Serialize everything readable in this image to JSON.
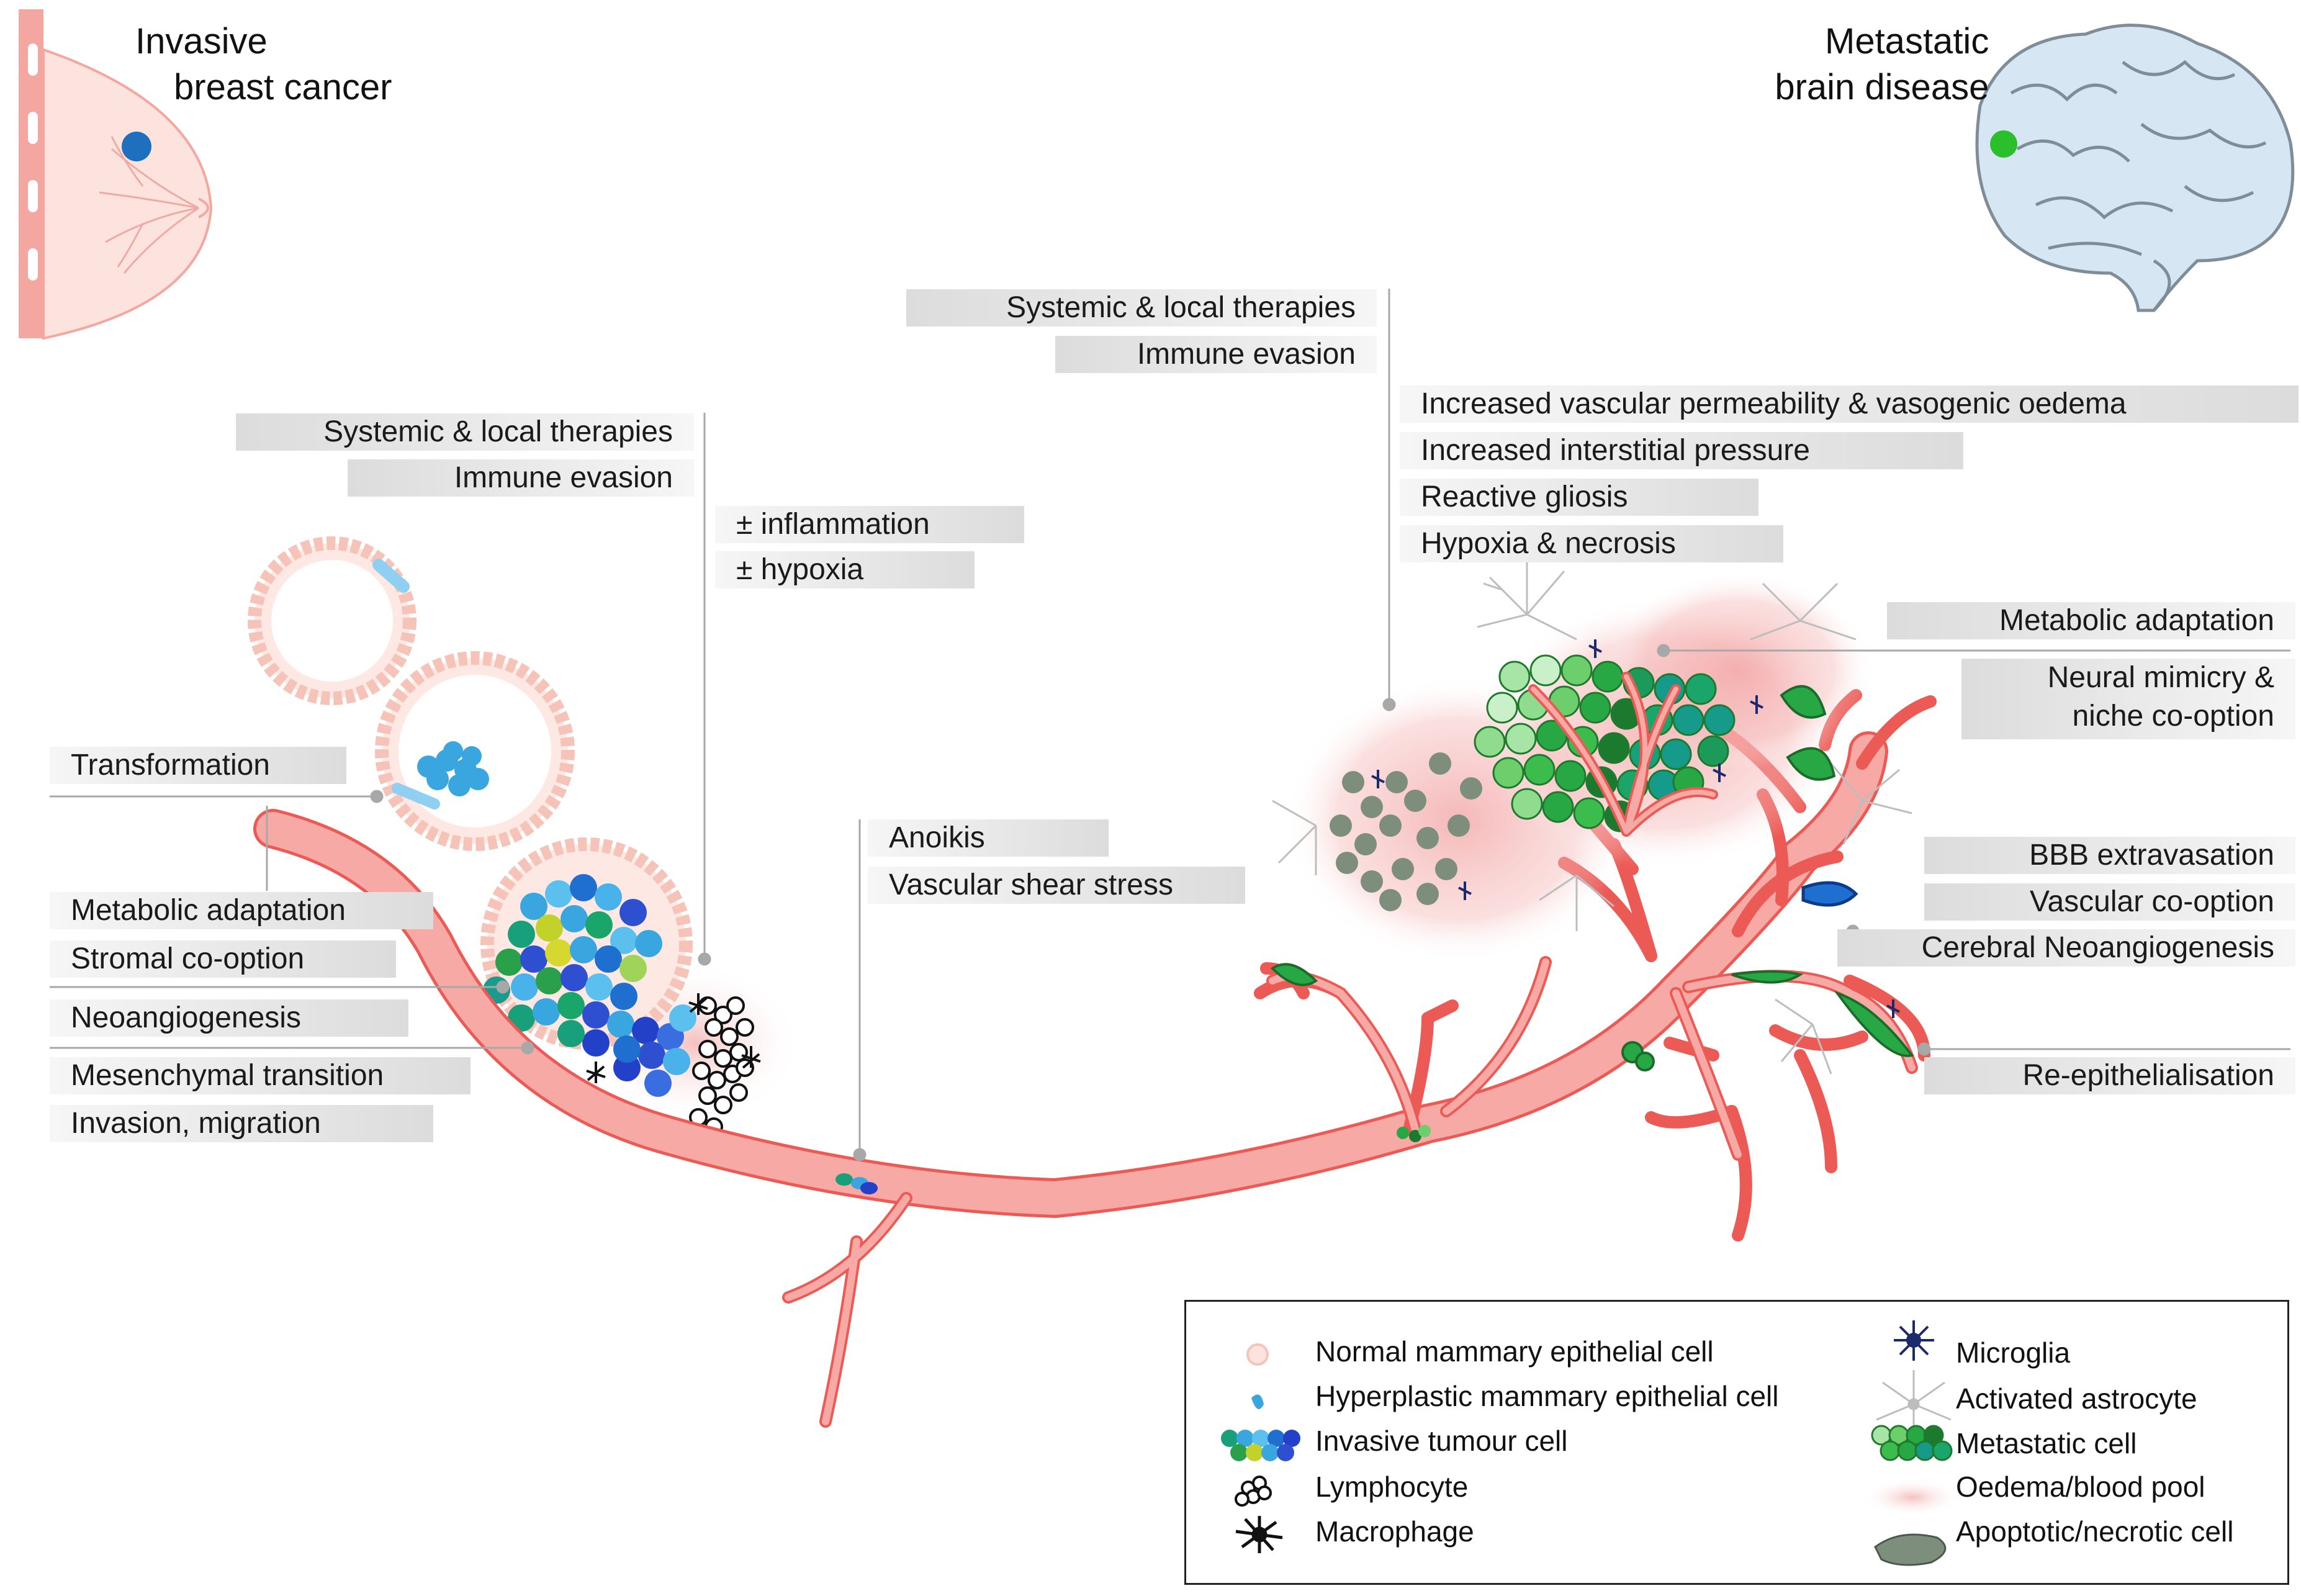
{
  "headings": {
    "source": [
      "Invasive",
      "breast cancer"
    ],
    "destination": [
      "Metastatic",
      "brain disease"
    ]
  },
  "left_column": {
    "transformation": "Transformation",
    "metabolic_adaptation": "Metabolic adaptation",
    "stromal_co_option": "Stromal co-option",
    "neoangiogenesis": "Neoangiogenesis",
    "mesenchymal_transition": "Mesenchymal transition",
    "invasion_migration": "Invasion, migration"
  },
  "primary_pressures": {
    "systemic_local_therapies": "Systemic & local therapies",
    "immune_evasion": "Immune evasion",
    "inflammation": "± inflammation",
    "hypoxia": "± hypoxia"
  },
  "circulation": {
    "anoikis": "Anoikis",
    "vascular_shear_stress": "Vascular shear stress"
  },
  "brain_pressures": {
    "systemic_local_therapies": "Systemic & local therapies",
    "immune_evasion": "Immune evasion",
    "vascular_permeability": "Increased vascular permeability & vasogenic oedema",
    "interstitial_pressure": "Increased interstitial pressure",
    "reactive_gliosis": "Reactive gliosis",
    "hypoxia_necrosis": "Hypoxia & necrosis"
  },
  "right_column": {
    "metabolic_adaptation": "Metabolic adaptation",
    "neural_mimicry": "Neural mimicry & niche co-option",
    "bbb_extravasation": "BBB extravasation",
    "vascular_co_option": "Vascular co-option",
    "cerebral_neoangiogenesis": "Cerebral Neoangiogenesis",
    "re_epithelialisation": "Re-epithelialisation"
  },
  "legend": {
    "left": [
      {
        "label": "Normal mammary epithelial cell",
        "icon": "normal-cell-icon"
      },
      {
        "label": "Hyperplastic mammary epithelial cell",
        "icon": "hyperplastic-cell-icon"
      },
      {
        "label": "Invasive tumour cell",
        "icon": "invasive-cell-icon"
      },
      {
        "label": "Lymphocyte",
        "icon": "lymphocyte-icon"
      },
      {
        "label": "Macrophage",
        "icon": "macrophage-icon"
      }
    ],
    "right": [
      {
        "label": "Microglia",
        "icon": "microglia-icon"
      },
      {
        "label": "Activated astrocyte",
        "icon": "astrocyte-icon"
      },
      {
        "label": "Metastatic cell",
        "icon": "metastatic-cell-icon"
      },
      {
        "label": "Oedema/blood pool",
        "icon": "oedema-icon"
      },
      {
        "label": "Apoptotic/necrotic cell",
        "icon": "necrotic-cell-icon"
      }
    ]
  },
  "colors": {
    "vessel": "#f7a4a0",
    "vessel_edge": "#ec5a55",
    "tumour_blue": "#3aa6e0",
    "metastatic_green": "#27a844",
    "brain": "#d7e6f3",
    "label_bg": "#dcdcdc"
  }
}
